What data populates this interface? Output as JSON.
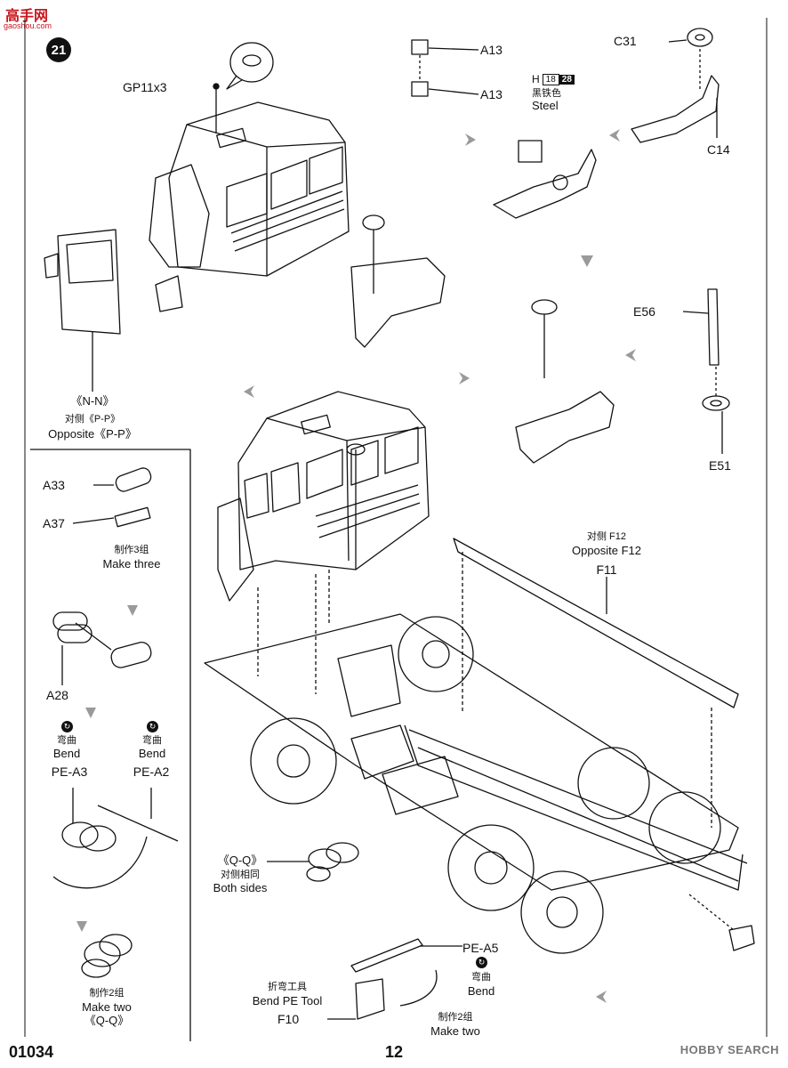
{
  "watermark": {
    "brand": "高手网",
    "url": "gaoshou.com"
  },
  "step": {
    "number": "21"
  },
  "labels": {
    "gp11": "GP11x3",
    "a13_top": "A13",
    "a13_bottom": "A13",
    "h_part": "H",
    "h_num1": "18",
    "h_num2": "28",
    "steel_cn": "黑铁色",
    "steel_en": "Steel",
    "c31": "C31",
    "c14": "C14",
    "e56": "E56",
    "e51": "E51",
    "nn": "《N-N》",
    "pp_cn": "对侧《P-P》",
    "pp_en": "Opposite《P-P》",
    "f12_cn": "对侧 F12",
    "f12_en": "Opposite F12",
    "f11": "F11",
    "a33": "A33",
    "a37": "A37",
    "make_three_cn": "制作3组",
    "make_three_en": "Make three",
    "a28": "A28",
    "bend_cn_1": "弯曲",
    "bend_en_1": "Bend",
    "bend_cn_2": "弯曲",
    "bend_en_2": "Bend",
    "pe_a3": "PE-A3",
    "pe_a2": "PE-A2",
    "make_two_cn_1": "制作2组",
    "make_two_en_1": "Make two",
    "qq_1": "《Q-Q》",
    "qq_2": "《Q-Q》",
    "both_sides_cn": "对侧相同",
    "both_sides_en": "Both sides",
    "pe_a5": "PE-A5",
    "bend_cn_3": "弯曲",
    "bend_en_3": "Bend",
    "tool_cn": "折弯工具",
    "tool_en": "Bend PE Tool",
    "f10": "F10",
    "make_two_cn_2": "制作2组",
    "make_two_en_2": "Make two"
  },
  "footer": {
    "code": "01034",
    "page": "12",
    "watermark": "HOBBY SEARCH"
  },
  "colors": {
    "ink": "#111111",
    "watermark_red": "#c8161d",
    "arrow_gray": "#9a9a9a"
  }
}
